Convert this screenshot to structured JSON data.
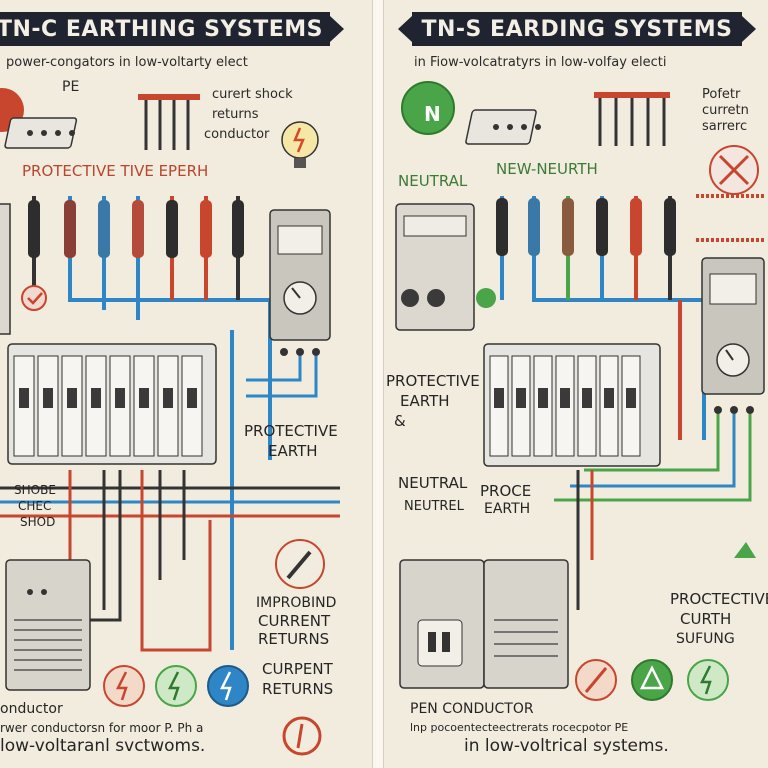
{
  "left": {
    "title": "TN-C EARTHING SYSTEMS",
    "subtitle": "power-congators in low-voltarty elect",
    "labels": {
      "pe": "PE",
      "shock": "curert shock",
      "returns": "returns",
      "conductor": "conductor",
      "protective_row": "PROTECTIVE  TIVE EPERH",
      "protective_earth_1": "PROTECTIVE",
      "protective_earth_2": "EARTH",
      "shock_block_1": "SHOBE",
      "shock_block_2": "CHEC",
      "shock_block_3": "SHOD",
      "improbind_1": "IMPROBIND",
      "improbind_2": "CURRENT",
      "improbind_3": "RETURNS",
      "current_returns_1": "CURPENT",
      "current_returns_2": "RETURNS",
      "footer_1": "onductor",
      "footer_2": "rwer conductorsn for moor P. Ph a",
      "footer_3": "low-voltaranl svctwoms."
    },
    "colors": {
      "accent": "#c8462d",
      "blue": "#2f86c6",
      "green": "#49a548"
    }
  },
  "right": {
    "title": "TN-S EARDING SYSTEMS",
    "subtitle": "in Fiow-volcatratyrs in low-volfay electi",
    "labels": {
      "n_letter": "N",
      "neutral": "NEUTRAL",
      "new_neurth": "NEW-NEURTH",
      "pofetr": "Pofetr",
      "current": "curretn",
      "sarrere": "sarrerc",
      "protective_earth_1": "PROTECTIVE",
      "protective_earth_2": "EARTH",
      "amp": "&",
      "neutral_2": "NEUTRAL",
      "neutral_3": "NEUTREL",
      "proce_1": "PROCE",
      "proce_2": "EARTH",
      "protective_curth_1": "PROCTECTIVE",
      "protective_curth_2": "CURTH",
      "protective_curth_3": "SUFUNG",
      "pen": "PEN CONDUCTOR",
      "footer_2": "lnp pocoentecteectrerats rocecpotor PE",
      "footer_3": "in low-voltrical systems."
    },
    "colors": {
      "red": "#c8462d",
      "green": "#49a548",
      "orange": "#d4542f"
    }
  }
}
